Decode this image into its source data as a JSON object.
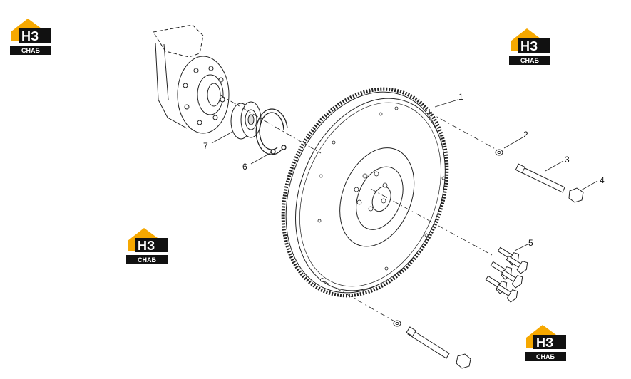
{
  "callouts": [
    {
      "id": "1",
      "label": "1"
    },
    {
      "id": "2",
      "label": "2"
    },
    {
      "id": "3",
      "label": "3"
    },
    {
      "id": "4",
      "label": "4"
    },
    {
      "id": "5",
      "label": "5"
    },
    {
      "id": "6",
      "label": "6"
    },
    {
      "id": "7",
      "label": "7"
    }
  ],
  "watermark": {
    "mark": "НЗ",
    "caption": "СНАБ",
    "colors": {
      "orange": "#f6a800",
      "black": "#111111"
    }
  }
}
